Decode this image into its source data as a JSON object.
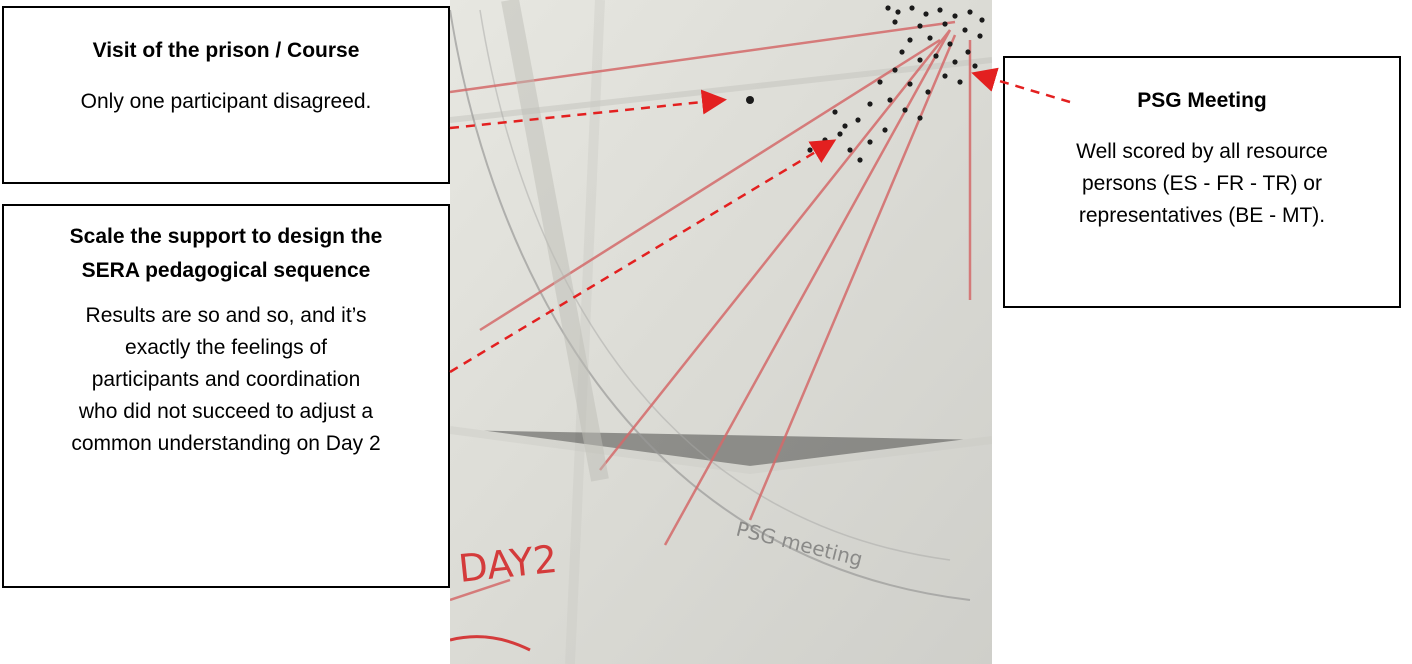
{
  "callouts": {
    "visit": {
      "title": "Visit of the prison / Course",
      "text": "Only one participant disagreed."
    },
    "scale": {
      "title_line1": "Scale the support to design the",
      "title_line2": "SERA pedagogical sequence",
      "text_lines": [
        "Results are so and so, and it’s",
        "exactly the feelings of",
        "participants and coordination",
        "who did not succeed to adjust a",
        "common understanding on Day 2"
      ]
    },
    "psg": {
      "title": "PSG Meeting",
      "text_lines": [
        "Well scored by all resource",
        "persons (ES - FR - TR) or",
        "representatives (BE - MT)."
      ]
    }
  },
  "photo": {
    "handwriting_day": "DAY2",
    "handwriting_arc": "PSG meeting",
    "paper_color": "#dcdcd6",
    "line_color": "#d46a6a",
    "dot_color": "#1a1a1a"
  },
  "arrow_color": "#e32020"
}
